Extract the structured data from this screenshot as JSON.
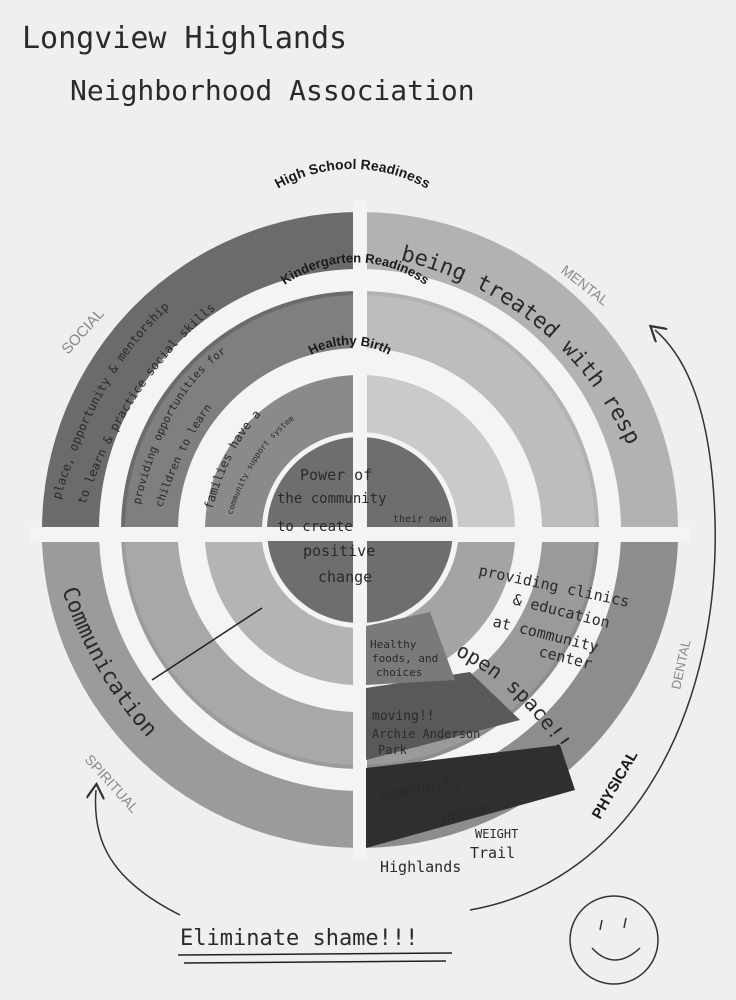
{
  "title": {
    "line1": "Longview Highlands",
    "line2": "Neighborhood Association"
  },
  "rings": {
    "outer": "High School Readiness",
    "middle": "Kindergarten Readiness",
    "inner": "Healthy Birth"
  },
  "domains": {
    "social": "SOCIAL",
    "mental": "MENTAL",
    "dental": "DENTAL",
    "physical": "PHYSICAL",
    "spiritual": "SPIRITUAL",
    "weight": "WEIGHT"
  },
  "center": {
    "line1": "Power of",
    "line2": "the community",
    "line3": "to create",
    "insert": "their own",
    "line4": "positive",
    "line5": "change"
  },
  "notes": {
    "social_outer_1": "place, opportunity & mentorship",
    "social_outer_2": "to learn & practice social skills",
    "social_middle_1": "providing opportunities for",
    "social_middle_2": "children to learn",
    "social_inner_1": "families have a",
    "social_inner_2": "community support system",
    "mental": "being treated with respect",
    "clinic_1": "providing clinics",
    "clinic_2": "& education",
    "clinic_3": "at community",
    "clinic_4": "center",
    "foods_1": "Healthy",
    "foods_2": "foods, and",
    "foods_3": "choices",
    "moving_1": "moving!!",
    "moving_2": "Archie Anderson",
    "moving_3": "Park",
    "garden_1": "community",
    "garden_2": "garden",
    "open_space": "open space!!",
    "communication": "Communication",
    "highlands": "Highlands",
    "trail": "Trail",
    "eliminate": "Eliminate shame!!!"
  }
}
